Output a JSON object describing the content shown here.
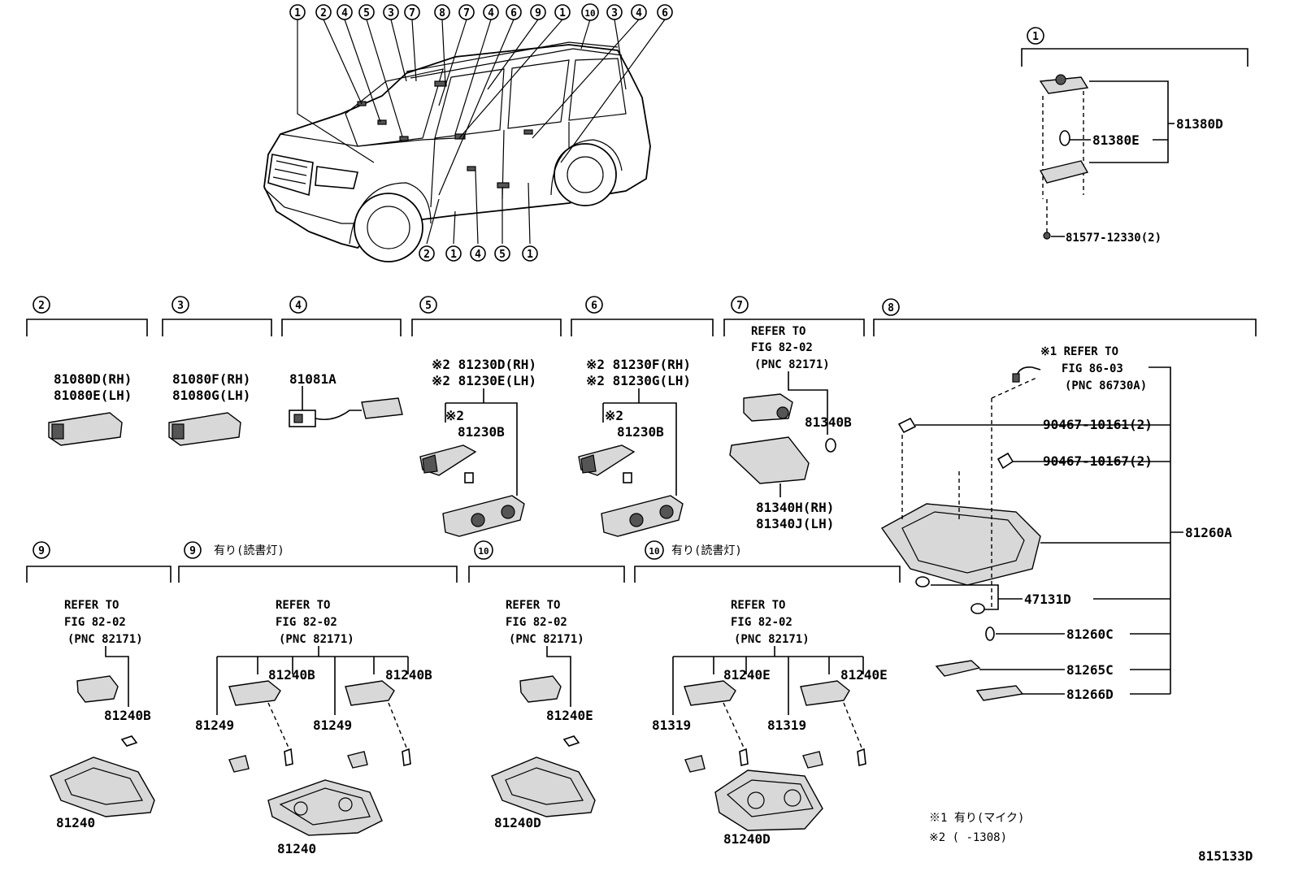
{
  "figure_id": "815133D",
  "notes": {
    "note1": "※1 有り(マイク)",
    "note2": "※2 (      -1308)"
  },
  "car_callouts": {
    "top": [
      "1",
      "2",
      "4",
      "5",
      "3",
      "7",
      "8",
      "7",
      "4",
      "6",
      "9",
      "1",
      "10",
      "3",
      "4",
      "6"
    ],
    "bottom": [
      "2",
      "1",
      "4",
      "5",
      "1"
    ]
  },
  "groups": {
    "g1": {
      "index": "1",
      "parts": [
        "81380D",
        "81380E",
        "81577-12330(2)"
      ]
    },
    "g2": {
      "index": "2",
      "parts": [
        "81080D(RH)",
        "81080E(LH)"
      ]
    },
    "g3": {
      "index": "3",
      "parts": [
        "81080F(RH)",
        "81080G(LH)"
      ]
    },
    "g4": {
      "index": "4",
      "parts": [
        "81081A"
      ]
    },
    "g5": {
      "index": "5",
      "parts": [
        "※2 81230D(RH)",
        "※2 81230E(LH)",
        "※2",
        "81230B"
      ]
    },
    "g6": {
      "index": "6",
      "parts": [
        "※2 81230F(RH)",
        "※2 81230G(LH)",
        "※2",
        "81230B"
      ]
    },
    "g7": {
      "index": "7",
      "refer": [
        "REFER TO",
        "FIG 82-02",
        "(PNC 82171)"
      ],
      "parts": [
        "81340B",
        "81340H(RH)",
        "81340J(LH)"
      ]
    },
    "g8": {
      "index": "8",
      "refer": [
        "※1 REFER TO",
        "FIG 86-03",
        "(PNC 86730A)"
      ],
      "parts": [
        "90467-10161(2)",
        "90467-10167(2)",
        "81260A",
        "47131D",
        "81260C",
        "81265C",
        "81266D"
      ]
    },
    "g9a": {
      "index": "9",
      "refer": [
        "REFER TO",
        "FIG 82-02",
        "(PNC 82171)"
      ],
      "parts": [
        "81240B",
        "81240"
      ]
    },
    "g9b": {
      "index": "9",
      "suffix": "有り(読書灯)",
      "refer": [
        "REFER TO",
        "FIG 82-02",
        "(PNC 82171)"
      ],
      "parts": [
        "81240B",
        "81240B",
        "81249",
        "81249",
        "81240"
      ]
    },
    "g10a": {
      "index": "10",
      "refer": [
        "REFER TO",
        "FIG 82-02",
        "(PNC 82171)"
      ],
      "parts": [
        "81240E",
        "81240D"
      ]
    },
    "g10b": {
      "index": "10",
      "suffix": "有り(読書灯)",
      "refer": [
        "REFER TO",
        "FIG 82-02",
        "(PNC 82171)"
      ],
      "parts": [
        "81240E",
        "81240E",
        "81319",
        "81319",
        "81240D"
      ]
    }
  }
}
